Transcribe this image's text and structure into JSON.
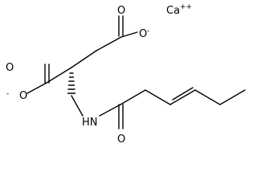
{
  "molecule": {
    "counterion": {
      "element": "Ca",
      "charge": "++"
    },
    "atoms": {
      "gamma_carbonyl_O": "O",
      "gamma_anion_O": "O",
      "gamma_anion_charge": "-",
      "alpha_carbonyl_O": "O",
      "alpha_anion_O": "O",
      "alpha_anion_charge": "-",
      "amide_N": "HN",
      "amide_O": "O"
    }
  }
}
